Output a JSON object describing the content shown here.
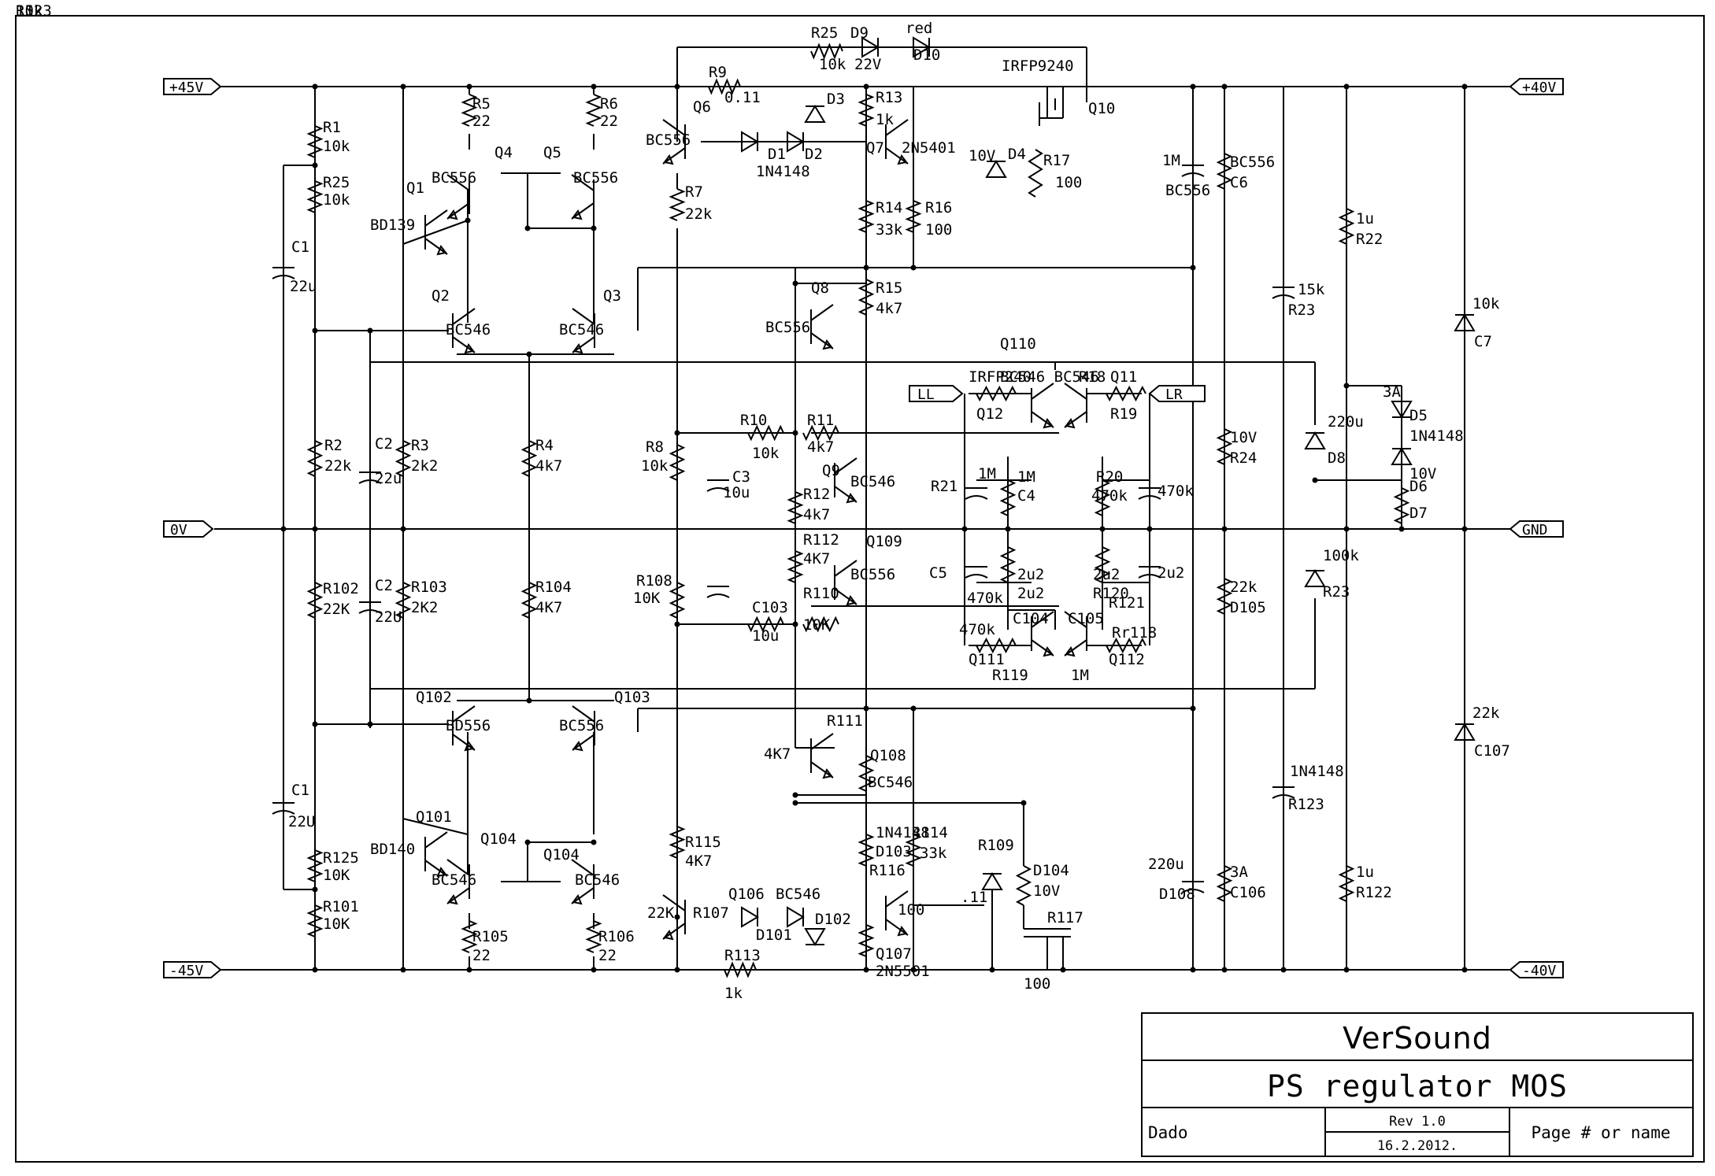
{
  "title_block": {
    "company": "VerSound",
    "title": "PS regulator MOS",
    "author": "Dado",
    "revision": "Rev 1.0",
    "date": "16.2.2012.",
    "page": "Page # or name"
  },
  "ports": {
    "in_pos": "+45V",
    "in_zero": "0V",
    "in_neg": "-45V",
    "out_pos": "+40V",
    "out_gnd": "GND",
    "out_neg": "-40V",
    "left": "LL",
    "right": "LR"
  },
  "labels": [
    "R1",
    "10k",
    "R25",
    "10k",
    "C1",
    "22u",
    "Q1",
    "BD139",
    "R5",
    "22",
    "R6",
    "22",
    "Q4",
    "Q5",
    "BC556",
    "BC556",
    "Q2",
    "BC546",
    "Q3",
    "BC546",
    "R2",
    "22k",
    "C2",
    "22u",
    "R3",
    "2k2",
    "R4",
    "4k7",
    "R102",
    "22K",
    "C2",
    "22U",
    "R103",
    "2K2",
    "R104",
    "4K7",
    "Q102",
    "BD556",
    "Q103",
    "BC556",
    "C1",
    "22U",
    "Q101",
    "BD140",
    "Q104",
    "BC546",
    "Q104",
    "BC546",
    "R125",
    "10K",
    "R101",
    "10K",
    "R105",
    "22",
    "R106",
    "22",
    "R25",
    "10k",
    "D9",
    "22V",
    "red",
    "D10",
    "R9",
    "0.11",
    "Q6",
    "BC556",
    "D3",
    "D1",
    "D2",
    "1N4148",
    "R7",
    "22k",
    "R13",
    "1k",
    "Q7",
    "2N5401",
    "R14",
    "33k",
    "R16",
    "100",
    "R15",
    "4k7",
    "Q8",
    "BC556",
    "IRFP9240",
    "Q10",
    "10V",
    "D4",
    "R17",
    "100",
    "R10",
    "10k",
    "R11",
    "4k7",
    "R8",
    "10k",
    "C3",
    "10u",
    "Q9",
    "BC546",
    "R12",
    "4k7",
    "R112",
    "4K7",
    "Q109",
    "BC556",
    "R108",
    "10K",
    "C103",
    "10u",
    "R110",
    "10K",
    "R111",
    "4K7",
    "Q108",
    "BC546",
    "R115",
    "4K7",
    "R107",
    "22K",
    "Q106",
    "BC546",
    "D101",
    "D102",
    "1N4148",
    "D103",
    "R114",
    "33k",
    "R116",
    "100",
    "Q107",
    "2N5501",
    "R113",
    "1k",
    "R109",
    ".11",
    "D104",
    "10V",
    "R117",
    "100",
    "Q110",
    "IRFP240",
    "BC546 BC546",
    "R18",
    "Q11",
    "Q12",
    "R19",
    "1M",
    "1M",
    "C4",
    "R20",
    "470k",
    "R21",
    "470k",
    "C5",
    "2u2",
    "2u2",
    "2u2",
    "2u2",
    "R120",
    "470k",
    "R121",
    "470k",
    "C104",
    "C105",
    "Rr118",
    "Q111",
    "Q112",
    "R119",
    "1M",
    "1M",
    "BC556",
    "BC556",
    "C6",
    "1u",
    "R22",
    "15k",
    "R23",
    "10k",
    "C7",
    "220u",
    "D8",
    "3A",
    "D5",
    "1N4148",
    "10V",
    "D6",
    "D7",
    "10V",
    "R24",
    "100k",
    "R23",
    "22k",
    "D105",
    "1N4148",
    "R123",
    "22k",
    "C107",
    "220u",
    "D108",
    "3A",
    "C106",
    "1u",
    "R122",
    "15k",
    "R123",
    "10k"
  ]
}
